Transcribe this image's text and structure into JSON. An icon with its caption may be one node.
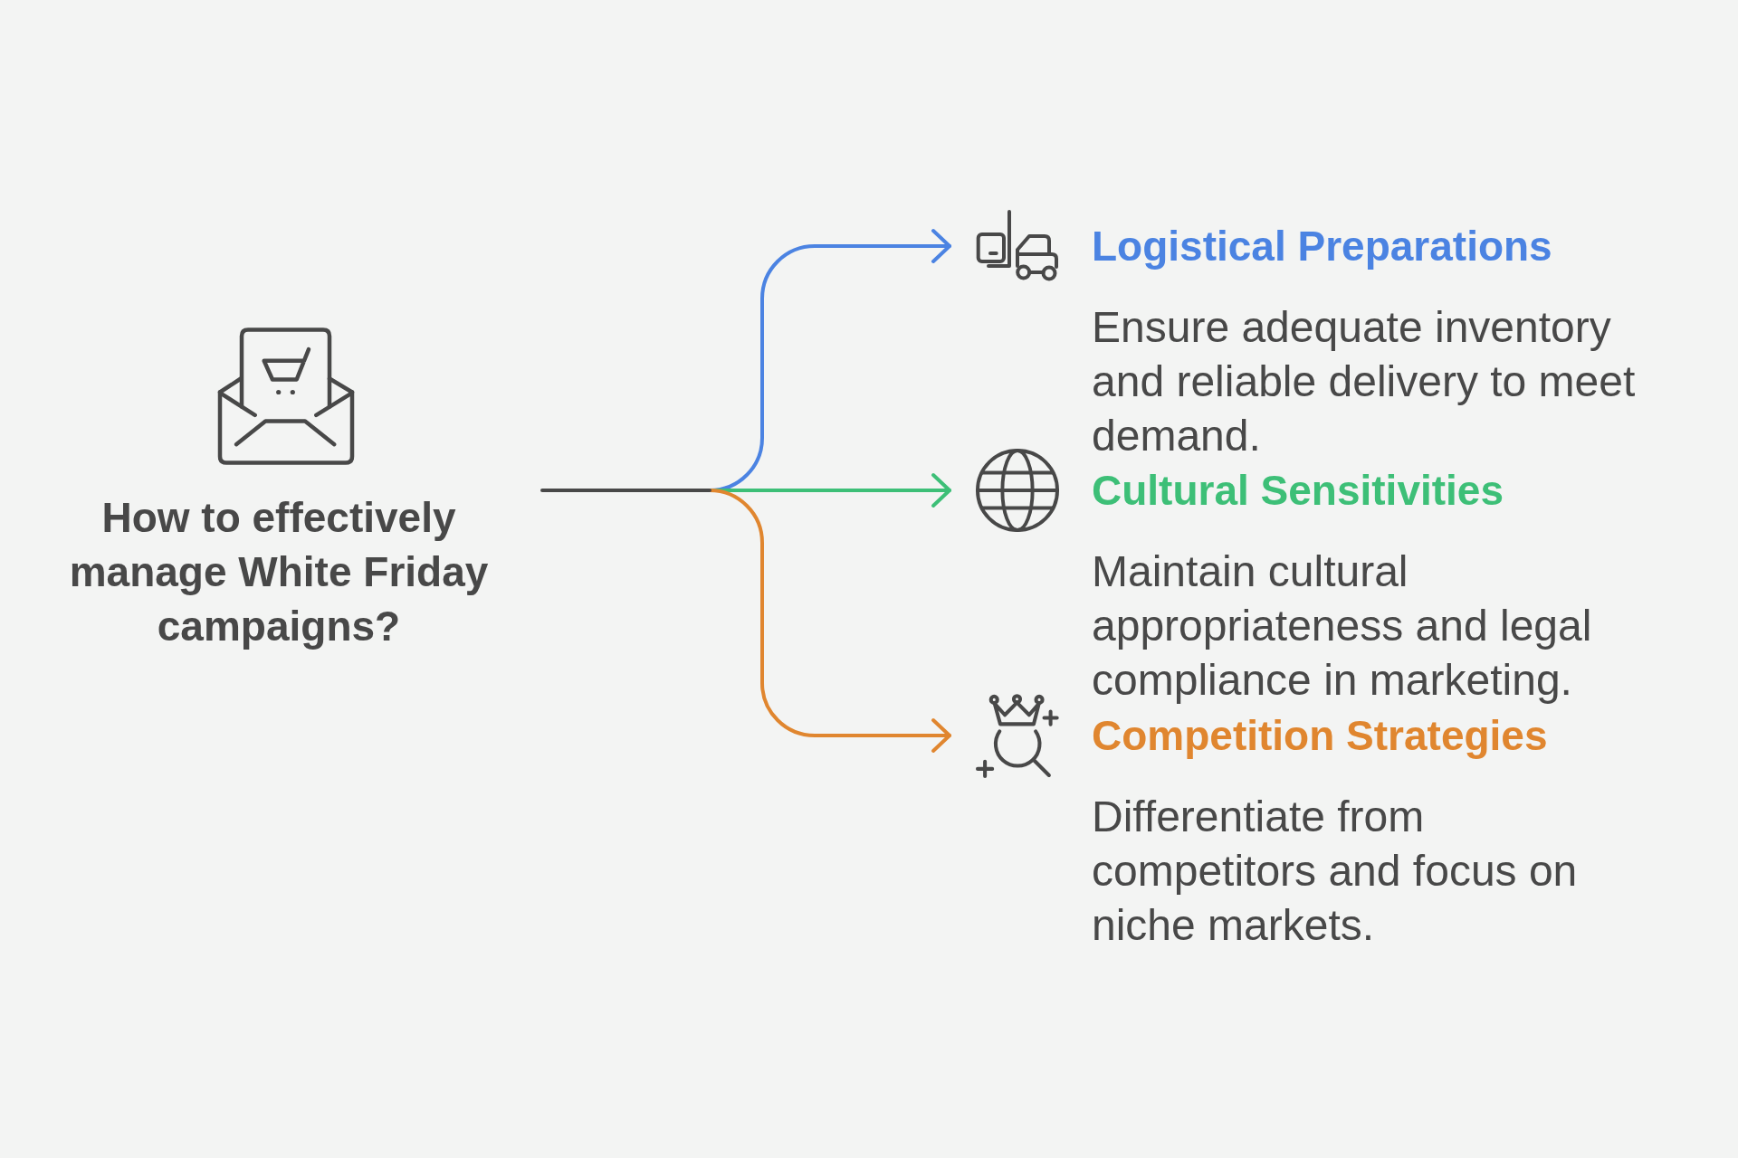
{
  "diagram": {
    "nodes": [
      {
        "text": [
          "How to effectively manage White Friday campaigns?"
        ]
      },
      {
        "text": [
          "Logistical Preparations",
          "Ensure adequate inventory and reliable delivery to meet demand."
        ]
      },
      {
        "text": [
          "Cultural Sensitivities",
          "Maintain cultural appropriateness and legal compliance in marketing."
        ]
      },
      {
        "text": [
          "Competition Strategies",
          "Differentiate from competitors and focus on niche markets."
        ]
      }
    ],
    "edges": [
      {
        "from": 0,
        "to": 1,
        "arrow": "to",
        "color": "#4b83e2"
      },
      {
        "from": 0,
        "to": 2,
        "arrow": "to",
        "color": "#3dbf77"
      },
      {
        "from": 0,
        "to": 3,
        "arrow": "to",
        "color": "#e0862f"
      }
    ]
  }
}
